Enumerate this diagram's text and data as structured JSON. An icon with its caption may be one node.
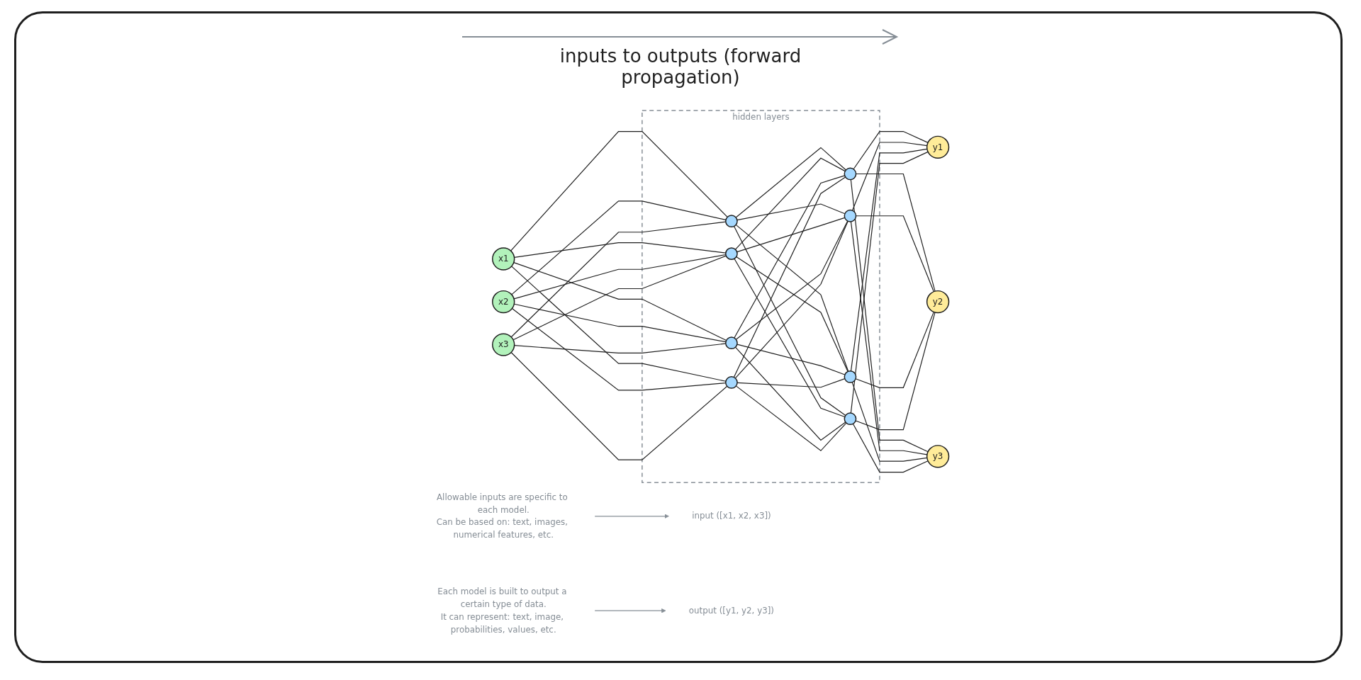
{
  "diagram": {
    "nodes": [
      {
        "text": [
          "Allowable inputs are specific to each model.",
          "Can be based on: text, images, numerical features, etc."
        ]
      },
      {
        "text": [
          "x1"
        ]
      },
      {
        "text": [
          "x2"
        ]
      },
      {
        "text": [
          "x3"
        ]
      },
      {
        "text": [
          "input ([x1, x2, x3])"
        ]
      },
      {
        "text": [
          "hidden layers"
        ]
      },
      {
        "text": [],
        "shape": "circle",
        "in": 5
      },
      {
        "text": [],
        "shape": "circle",
        "in": 5
      },
      {
        "text": [],
        "shape": "circle",
        "in": 5
      },
      {
        "text": [],
        "shape": "circle",
        "in": 5
      },
      {
        "text": [],
        "shape": "circle",
        "in": 5
      },
      {
        "text": [],
        "shape": "circle",
        "in": 5
      },
      {
        "text": [],
        "shape": "circle",
        "in": 5
      },
      {
        "text": [],
        "shape": "circle",
        "in": 5
      },
      {
        "text": [
          "y1"
        ]
      },
      {
        "text": [
          "y2"
        ]
      },
      {
        "text": [
          "y3"
        ]
      },
      {
        "text": [
          "output ([y1, y2, y3])"
        ]
      },
      {
        "text": [
          "Each model is built to output a certain type of data.",
          "It can represent: text, image, probabilities, values, etc."
        ]
      }
    ],
    "edges": [
      {
        "from": 1,
        "to": 6,
        "arrow": "none"
      },
      {
        "from": 1,
        "to": 7,
        "arrow": "none"
      },
      {
        "from": 1,
        "to": 8,
        "arrow": "none"
      },
      {
        "from": 1,
        "to": 9,
        "arrow": "none"
      },
      {
        "from": 2,
        "to": 6,
        "arrow": "none"
      },
      {
        "from": 2,
        "to": 7,
        "arrow": "none"
      },
      {
        "from": 2,
        "to": 8,
        "arrow": "none"
      },
      {
        "from": 2,
        "to": 9,
        "arrow": "none"
      },
      {
        "from": 3,
        "to": 6,
        "arrow": "none"
      },
      {
        "from": 3,
        "to": 7,
        "arrow": "none"
      },
      {
        "from": 3,
        "to": 8,
        "arrow": "none"
      },
      {
        "from": 3,
        "to": 9,
        "arrow": "none"
      },
      {
        "from": 6,
        "to": 10,
        "arrow": "none"
      },
      {
        "from": 6,
        "to": 11,
        "arrow": "none"
      },
      {
        "from": 6,
        "to": 12,
        "arrow": "none"
      },
      {
        "from": 6,
        "to": 13,
        "arrow": "none"
      },
      {
        "from": 7,
        "to": 10,
        "arrow": "none"
      },
      {
        "from": 7,
        "to": 11,
        "arrow": "none"
      },
      {
        "from": 7,
        "to": 12,
        "arrow": "none"
      },
      {
        "from": 7,
        "to": 13,
        "arrow": "none"
      },
      {
        "from": 8,
        "to": 10,
        "arrow": "none"
      },
      {
        "from": 8,
        "to": 11,
        "arrow": "none"
      },
      {
        "from": 8,
        "to": 12,
        "arrow": "none"
      },
      {
        "from": 8,
        "to": 13,
        "arrow": "none"
      },
      {
        "from": 9,
        "to": 10,
        "arrow": "none"
      },
      {
        "from": 9,
        "to": 11,
        "arrow": "none"
      },
      {
        "from": 9,
        "to": 12,
        "arrow": "none"
      },
      {
        "from": 9,
        "to": 13,
        "arrow": "none"
      },
      {
        "from": 10,
        "to": 14,
        "arrow": "none"
      },
      {
        "from": 10,
        "to": 15,
        "arrow": "none"
      },
      {
        "from": 10,
        "to": 16,
        "arrow": "none"
      },
      {
        "from": 11,
        "to": 14,
        "arrow": "none"
      },
      {
        "from": 11,
        "to": 15,
        "arrow": "none"
      },
      {
        "from": 11,
        "to": 16,
        "arrow": "none"
      },
      {
        "from": 12,
        "to": 14,
        "arrow": "none"
      },
      {
        "from": 12,
        "to": 15,
        "arrow": "none"
      },
      {
        "from": 12,
        "to": 16,
        "arrow": "none"
      },
      {
        "from": 13,
        "to": 14,
        "arrow": "none"
      },
      {
        "from": 13,
        "to": 15,
        "arrow": "none"
      },
      {
        "from": 13,
        "to": 16,
        "arrow": "none"
      },
      {
        "from": 0,
        "to": 4,
        "arrow": "to",
        "color": "#868e96"
      },
      {
        "from": 18,
        "to": 17,
        "arrow": "to",
        "color": "#868e96"
      }
    ],
    "labels": [
      "inputs to outputs (forward propagation)"
    ]
  }
}
